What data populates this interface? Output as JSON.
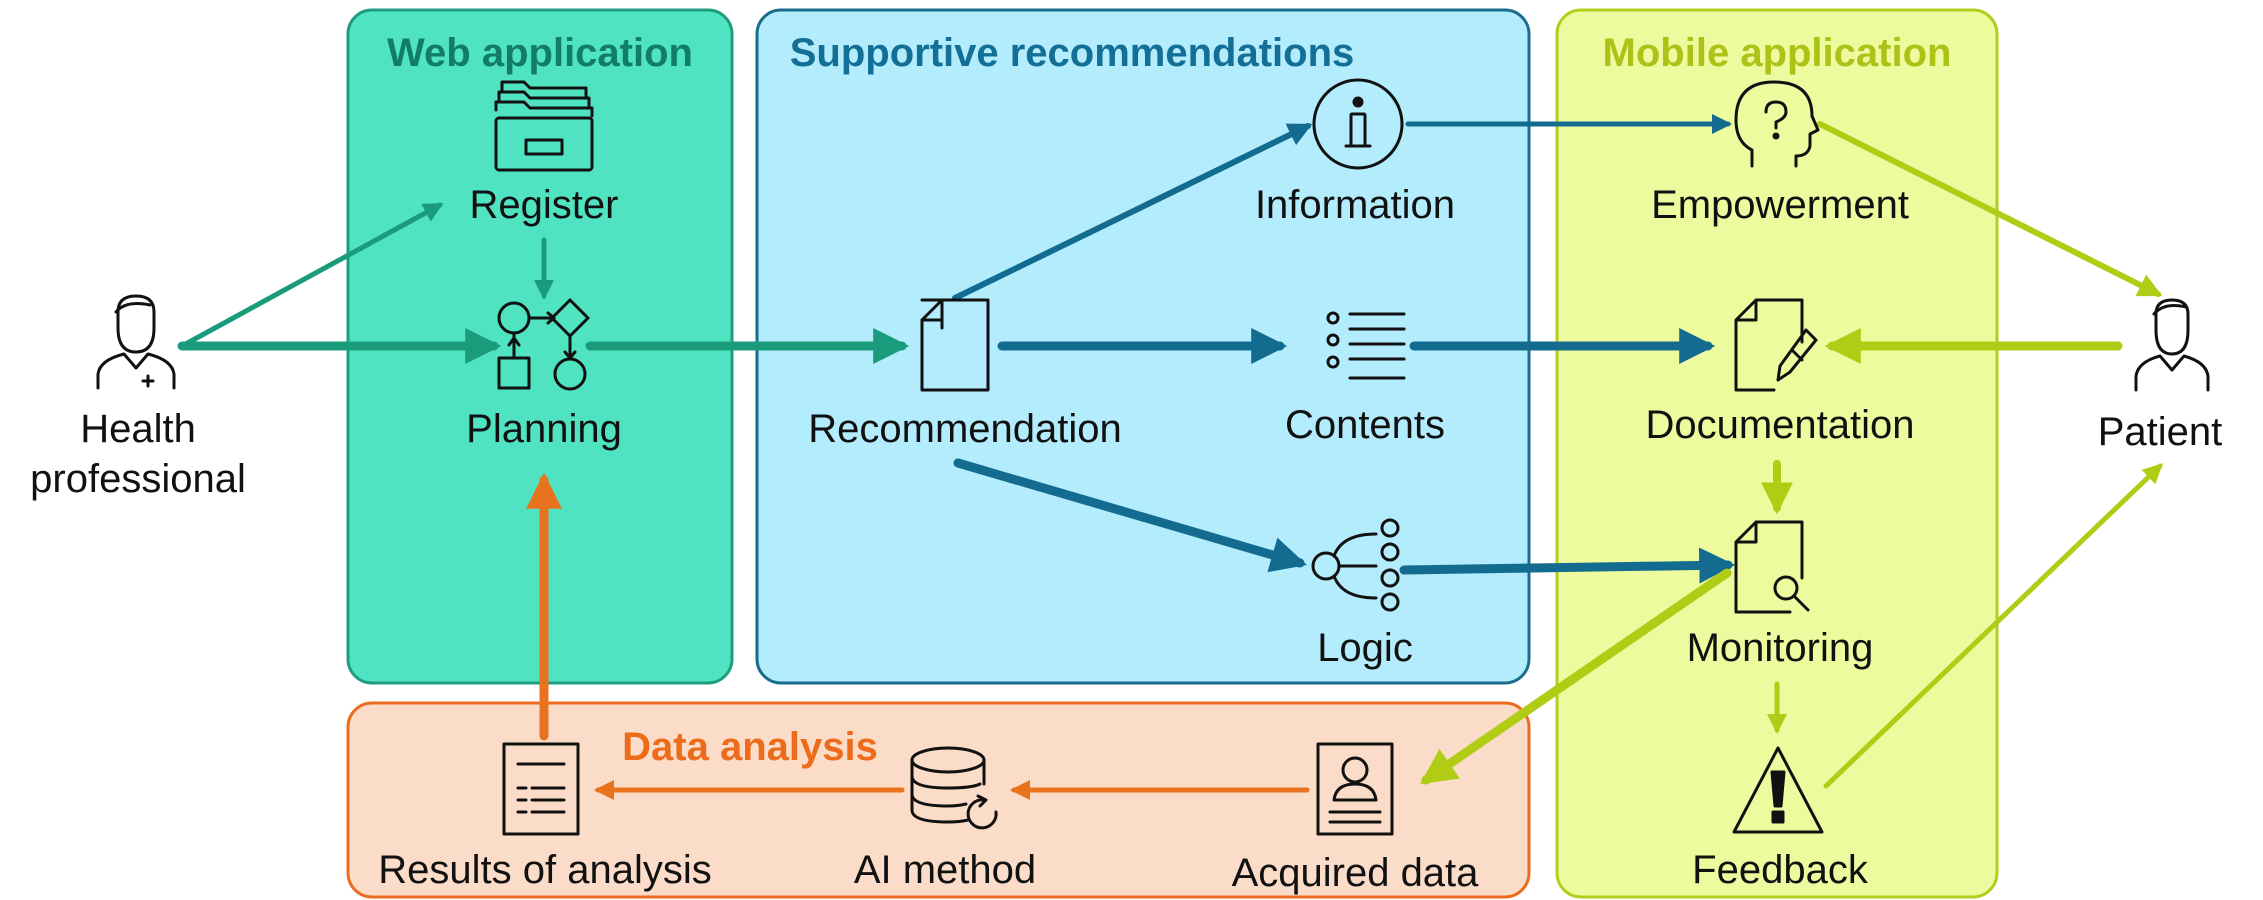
{
  "panels": {
    "web": {
      "title": "Web application",
      "fill": "#50e3c2",
      "stroke": "#1f9c80",
      "title_color": "#117d66"
    },
    "supportive": {
      "title": "Supportive recommendations",
      "fill": "#b3ecfc",
      "stroke": "#1a6d8e",
      "title_color": "#136f95"
    },
    "mobile": {
      "title": "Mobile application",
      "fill": "#eefa9e",
      "stroke": "#b4cd1c",
      "title_color": "#aac316"
    },
    "data": {
      "title": "Data analysis",
      "fill": "#fbdcc8",
      "stroke": "#ec6c1c",
      "title_color": "#ec6c1c"
    }
  },
  "nodes": {
    "health_professional": {
      "line1": "Health",
      "line2": "professional",
      "icon": "person-medical-icon"
    },
    "register": {
      "label": "Register",
      "icon": "filing-cabinet-icon"
    },
    "planning": {
      "label": "Planning",
      "icon": "flowchart-icon"
    },
    "recommendation": {
      "label": "Recommendation",
      "icon": "document-icon"
    },
    "information": {
      "label": "Information",
      "icon": "info-icon"
    },
    "contents": {
      "label": "Contents",
      "icon": "list-icon"
    },
    "logic": {
      "label": "Logic",
      "icon": "logic-tree-icon"
    },
    "empowerment": {
      "label": "Empowerment",
      "icon": "head-question-icon"
    },
    "documentation": {
      "label": "Documentation",
      "icon": "document-edit-icon"
    },
    "monitoring": {
      "label": "Monitoring",
      "icon": "document-search-icon"
    },
    "feedback": {
      "label": "Feedback",
      "icon": "warning-icon"
    },
    "patient": {
      "label": "Patient",
      "icon": "person-icon"
    },
    "results": {
      "label": "Results of analysis",
      "icon": "report-icon"
    },
    "ai_method": {
      "label": "AI method",
      "icon": "database-refresh-icon"
    },
    "acquired_data": {
      "label": "Acquired data",
      "icon": "profile-card-icon"
    }
  },
  "colors": {
    "teal": "#1a9c7c",
    "blue": "#136c8f",
    "lime": "#b0cc14",
    "orange": "#e8731e",
    "ink": "#111111"
  }
}
